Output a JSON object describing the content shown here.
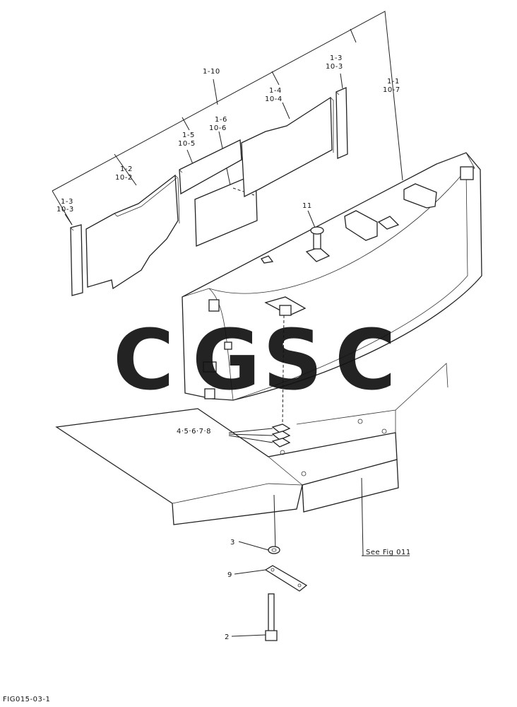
{
  "figure_id": "FIG015-03-1",
  "note": "See Fig 011",
  "watermark": {
    "letters": [
      "C",
      "G",
      "S",
      "C"
    ],
    "colors": [
      "#6fa8f5",
      "#f07a6e",
      "#f7d560",
      "#6fc28f"
    ]
  },
  "callouts": {
    "c_1_1": {
      "top": "1-1",
      "bottom": "10-7"
    },
    "c_1_2": {
      "top": "1-2",
      "bottom": "10-2"
    },
    "c_1_3_left": {
      "top": "1-3",
      "bottom": "10-3"
    },
    "c_1_3_right": {
      "top": "1-3",
      "bottom": "10-3"
    },
    "c_1_4": {
      "top": "1-4",
      "bottom": "10-4"
    },
    "c_1_5": {
      "top": "1-5",
      "bottom": "10-5"
    },
    "c_1_6": {
      "top": "1-6",
      "bottom": "10-6"
    },
    "c_1_10": {
      "top": "1-10"
    },
    "c_11": "11",
    "c_4_8": "4·5·6·7·8",
    "c_3": "3",
    "c_9": "9",
    "c_2": "2"
  }
}
